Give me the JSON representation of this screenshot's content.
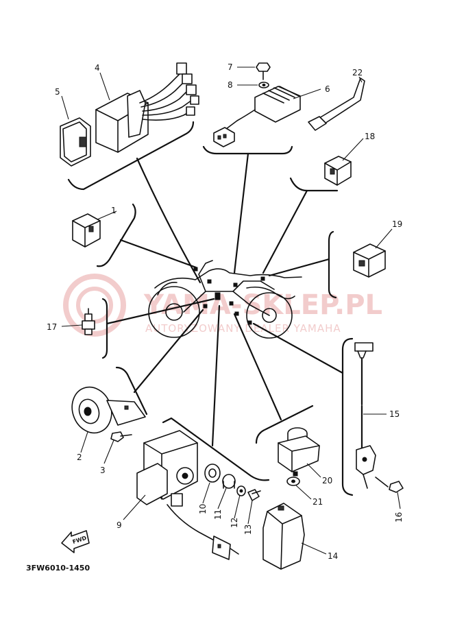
{
  "diagram": {
    "code": "3FW6010-1450",
    "fwd_label": "FWD",
    "watermark_main": "YAMA-SKLEP.PL",
    "watermark_sub": "AUTORYZOWANY DEALER YAMAHA",
    "parts": [
      {
        "num": "1"
      },
      {
        "num": "2"
      },
      {
        "num": "3"
      },
      {
        "num": "4"
      },
      {
        "num": "5"
      },
      {
        "num": "6"
      },
      {
        "num": "7"
      },
      {
        "num": "8"
      },
      {
        "num": "9"
      },
      {
        "num": "10"
      },
      {
        "num": "11"
      },
      {
        "num": "12"
      },
      {
        "num": "13"
      },
      {
        "num": "14"
      },
      {
        "num": "15"
      },
      {
        "num": "16"
      },
      {
        "num": "17"
      },
      {
        "num": "18"
      },
      {
        "num": "19"
      },
      {
        "num": "20"
      },
      {
        "num": "21"
      },
      {
        "num": "22"
      }
    ]
  }
}
